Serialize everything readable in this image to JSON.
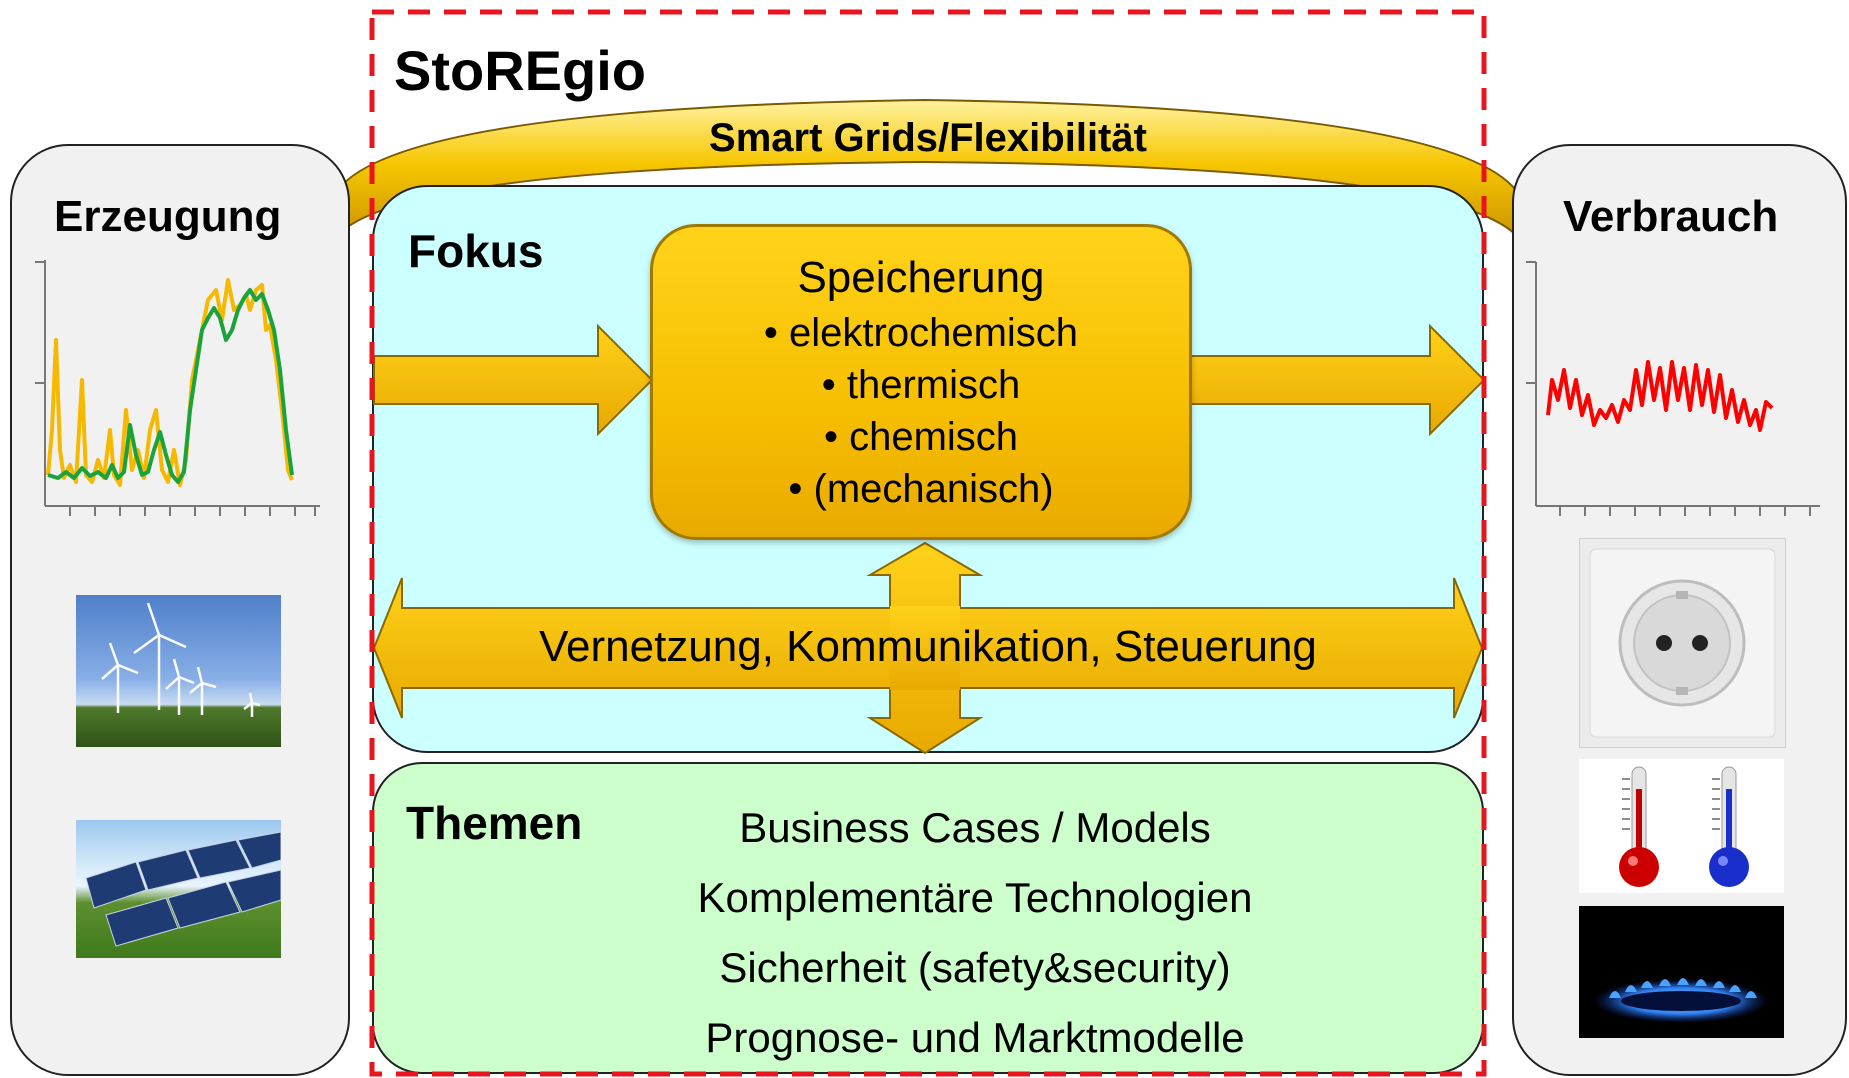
{
  "title": "StoREgio",
  "arch_label": "Smart Grids/Flexibilität",
  "left_panel": {
    "title": "Erzeugung",
    "legend_colors": {
      "generation_raw": "#f7b800",
      "generation_smoothed": "#1aa33a"
    },
    "icons": [
      "wind-turbines-photo",
      "solar-panels-photo"
    ]
  },
  "right_panel": {
    "title": "Verbrauch",
    "legend_colors": {
      "consumption": "#ff0000"
    },
    "icons": [
      "power-socket-photo",
      "thermometers-photo",
      "gas-flame-photo"
    ]
  },
  "fokus": {
    "heading": "Fokus",
    "storage": {
      "title": "Speicherung",
      "items": [
        "elektrochemisch",
        "thermisch",
        "chemisch",
        "(mechanisch)"
      ]
    },
    "network_label": "Vernetzung, Kommunikation, Steuerung"
  },
  "themen": {
    "heading": "Themen",
    "items": [
      "Business Cases / Models",
      "Komplementäre Technologien",
      "Sicherheit (safety&security)",
      "Prognose- und Marktmodelle"
    ]
  },
  "colors": {
    "dashed_border": "#e8141e",
    "arrow_fill": "#f7c200",
    "fokus_bg": "#ccffff",
    "themen_bg": "#ccffcc"
  }
}
